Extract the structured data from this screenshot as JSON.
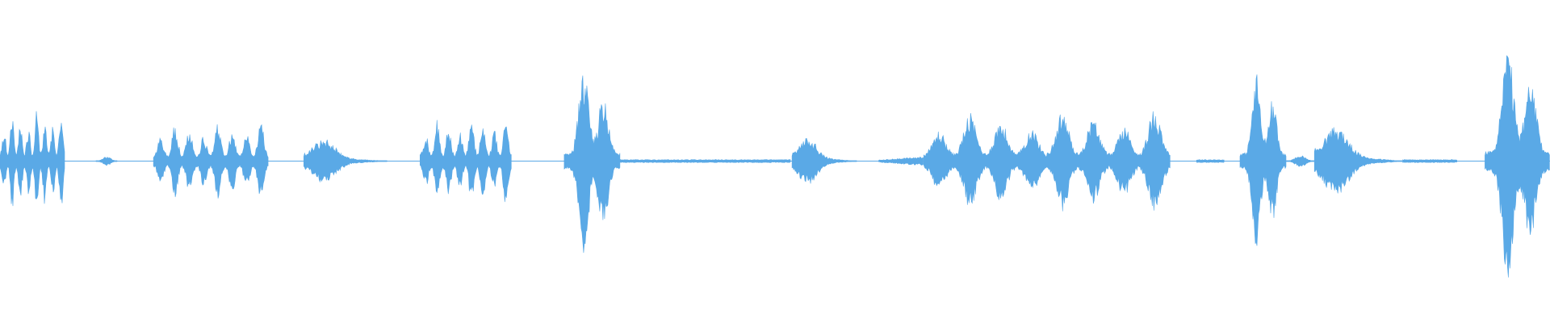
{
  "waveform": {
    "color": "#5aa9e6",
    "center_line_visible": true,
    "segments": [
      {
        "start": 0.0,
        "end": 0.042,
        "peak": 0.35,
        "envelope": "cluster"
      },
      {
        "start": 0.062,
        "end": 0.076,
        "peak": 0.03,
        "envelope": "blip"
      },
      {
        "start": 0.099,
        "end": 0.173,
        "peak": 0.26,
        "envelope": "cluster"
      },
      {
        "start": 0.196,
        "end": 0.25,
        "peak": 0.14,
        "envelope": "swell"
      },
      {
        "start": 0.271,
        "end": 0.33,
        "peak": 0.3,
        "envelope": "cluster"
      },
      {
        "start": 0.364,
        "end": 0.4,
        "peak": 0.65,
        "envelope": "spike"
      },
      {
        "start": 0.4,
        "end": 0.51,
        "peak": 0.01,
        "envelope": "flat"
      },
      {
        "start": 0.511,
        "end": 0.553,
        "peak": 0.15,
        "envelope": "swell"
      },
      {
        "start": 0.567,
        "end": 0.596,
        "peak": 0.03,
        "envelope": "ramp"
      },
      {
        "start": 0.596,
        "end": 0.755,
        "peak": 0.34,
        "envelope": "cluster"
      },
      {
        "start": 0.772,
        "end": 0.79,
        "peak": 0.01,
        "envelope": "flat"
      },
      {
        "start": 0.8,
        "end": 0.83,
        "peak": 0.6,
        "envelope": "spike"
      },
      {
        "start": 0.83,
        "end": 0.848,
        "peak": 0.04,
        "envelope": "blip"
      },
      {
        "start": 0.848,
        "end": 0.905,
        "peak": 0.22,
        "envelope": "swell"
      },
      {
        "start": 0.905,
        "end": 0.94,
        "peak": 0.01,
        "envelope": "flat"
      },
      {
        "start": 0.958,
        "end": 1.0,
        "peak": 0.78,
        "envelope": "spike"
      }
    ]
  }
}
